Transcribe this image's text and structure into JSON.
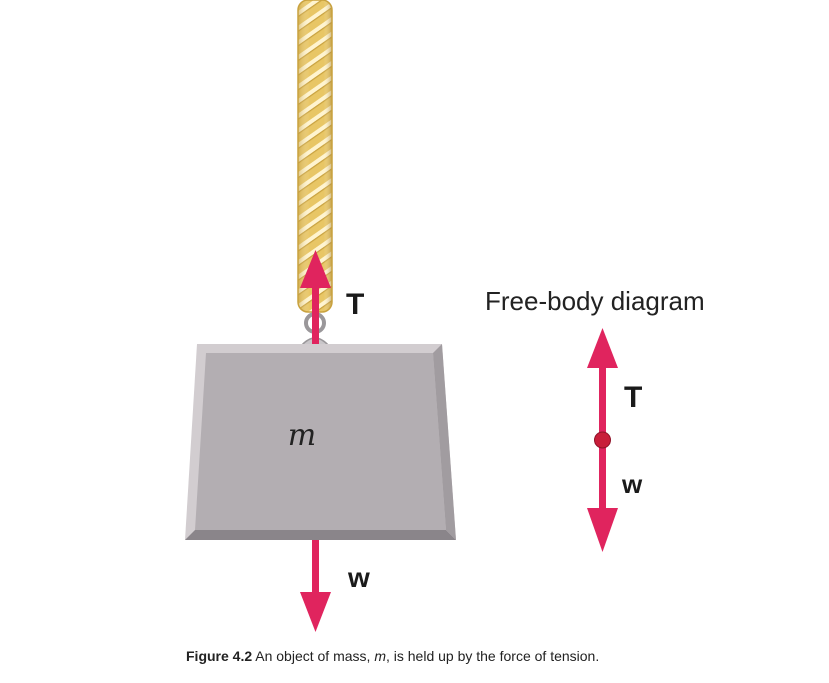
{
  "scene": {
    "tension_label": "T",
    "weight_label": "w",
    "mass_label": "m"
  },
  "free_body": {
    "title": "Free-body diagram",
    "tension_label": "T",
    "weight_label": "w"
  },
  "caption": {
    "figure_number": "Figure 4.2",
    "text_before": " An object of mass, ",
    "variable": "m",
    "text_after": ", is held up by the force of tension."
  },
  "colors": {
    "arrow": "#e0245e",
    "rope": "#e6c25f",
    "rope_stripe": "#ffffff",
    "block_face": "#b3aeb2",
    "block_edge": "#d2cdd0",
    "block_shadow": "#8a858a",
    "dot": "#c81e3a"
  }
}
